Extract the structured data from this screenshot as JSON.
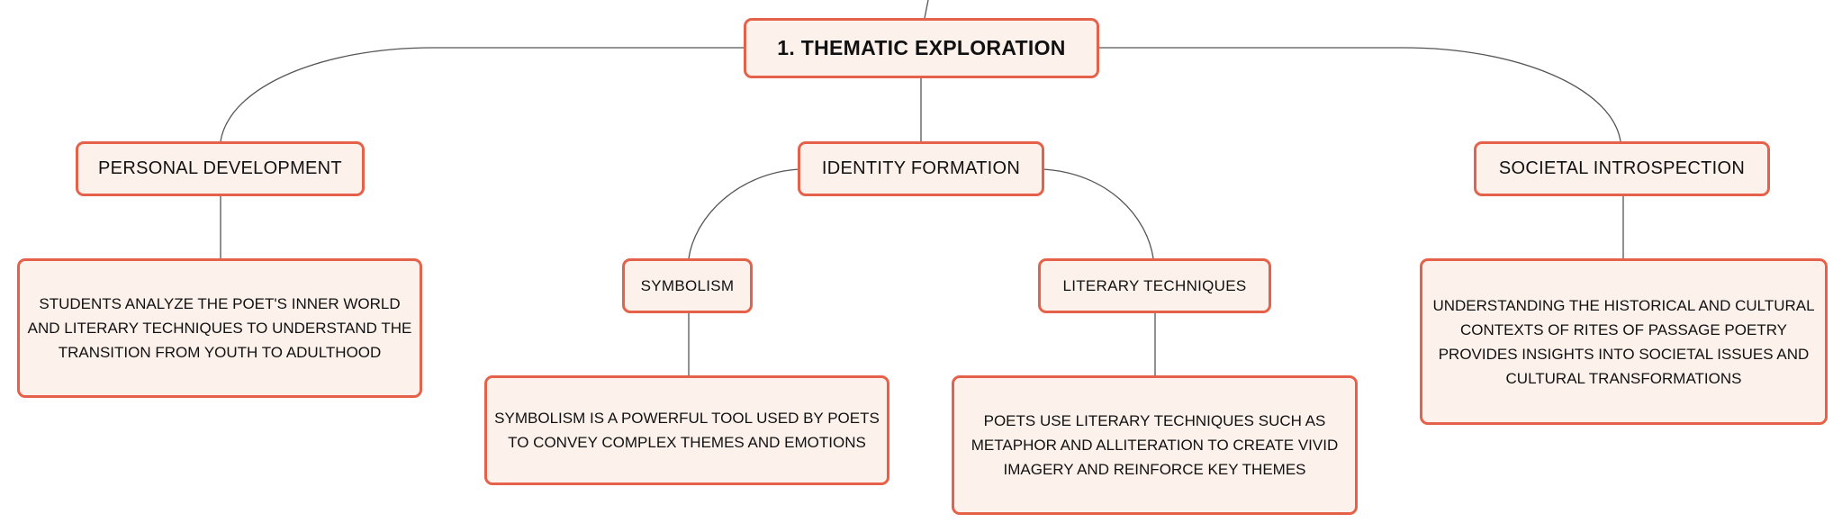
{
  "diagram": {
    "root": {
      "label": "1. THEMATIC EXPLORATION"
    },
    "branches": [
      {
        "label": "PERSONAL DEVELOPMENT",
        "detail": "STUDENTS ANALYZE THE POET'S INNER WORLD AND LITERARY TECHNIQUES TO UNDERSTAND THE TRANSITION FROM YOUTH TO ADULTHOOD"
      },
      {
        "label": "IDENTITY FORMATION",
        "children": [
          {
            "label": "SYMBOLISM",
            "detail": "SYMBOLISM IS A POWERFUL TOOL USED BY POETS TO CONVEY COMPLEX THEMES AND EMOTIONS"
          },
          {
            "label": "LITERARY TECHNIQUES",
            "detail": "POETS USE LITERARY TECHNIQUES SUCH AS METAPHOR AND ALLITERATION TO CREATE VIVID IMAGERY AND REINFORCE KEY THEMES"
          }
        ]
      },
      {
        "label": "SOCIETAL INTROSPECTION",
        "detail": "UNDERSTANDING THE HISTORICAL AND CULTURAL CONTEXTS OF RITES OF PASSAGE POETRY PROVIDES INSIGHTS INTO SOCIETAL ISSUES AND CULTURAL TRANSFORMATIONS"
      }
    ]
  },
  "colors": {
    "node_fill": "#fdf1ec",
    "node_border": "#e5614a",
    "connector": "#555555",
    "text": "#111111"
  }
}
